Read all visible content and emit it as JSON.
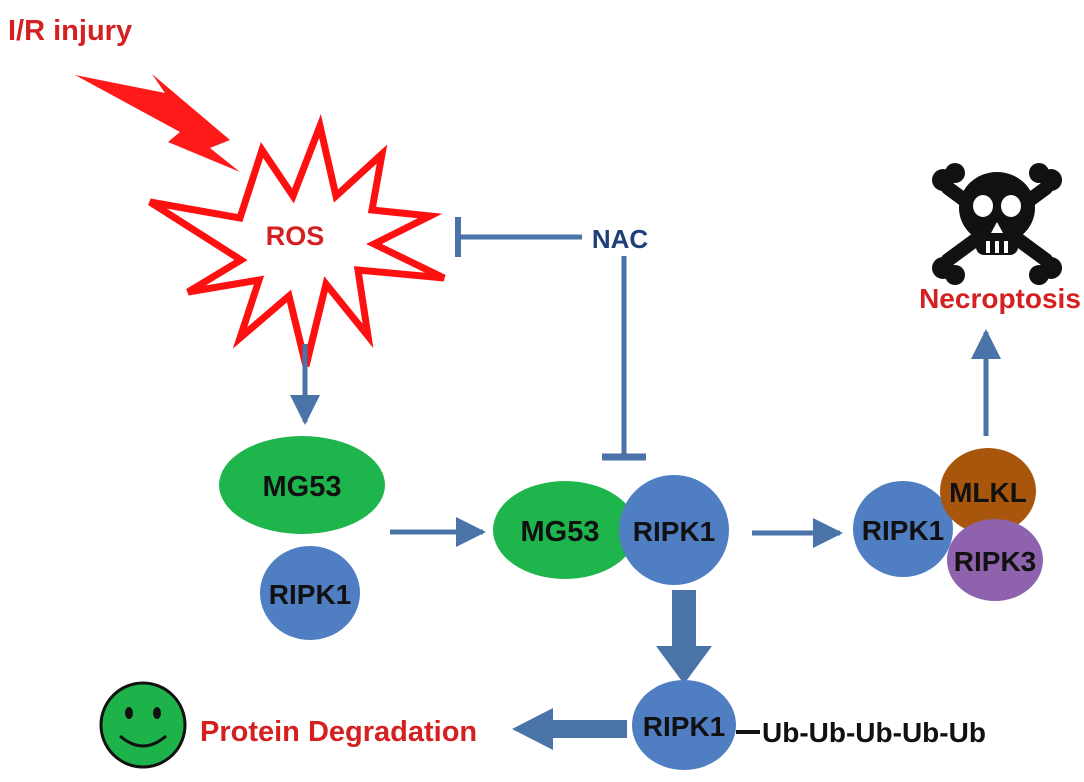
{
  "labels": {
    "injury": "I/R injury",
    "ros": "ROS",
    "nac": "NAC",
    "necroptosis": "Necroptosis",
    "mg53_free": "MG53",
    "ripk1_free": "RIPK1",
    "mg53_complex": "MG53",
    "ripk1_complex": "RIPK1",
    "ripk1_necrosome": "RIPK1",
    "mlkl": "MLKL",
    "ripk3": "RIPK3",
    "ripk1_ubiquitinated": "RIPK1",
    "ubiquitin_chain": "Ub-Ub-Ub-Ub-Ub",
    "protein_degradation": "Protein Degradation"
  },
  "colors": {
    "red_label": "#d42020",
    "ros_burst_stroke": "#ff1010",
    "lightning": "#ff1a1a",
    "nac_text": "#1f3f7a",
    "arrow": "#4a74a8",
    "arrow_dark": "#3f6597",
    "green_node": "#1fb54d",
    "blue_node": "#4f7fc2",
    "brown_node": "#a8560c",
    "purple_node": "#8e62ad",
    "smiley_face": "#1eb34a",
    "skull": "#111111"
  },
  "icons": {
    "lightning": "lightning-bolt-icon",
    "skull": "skull-crossbones-icon",
    "smiley": "smiley-face-icon"
  }
}
